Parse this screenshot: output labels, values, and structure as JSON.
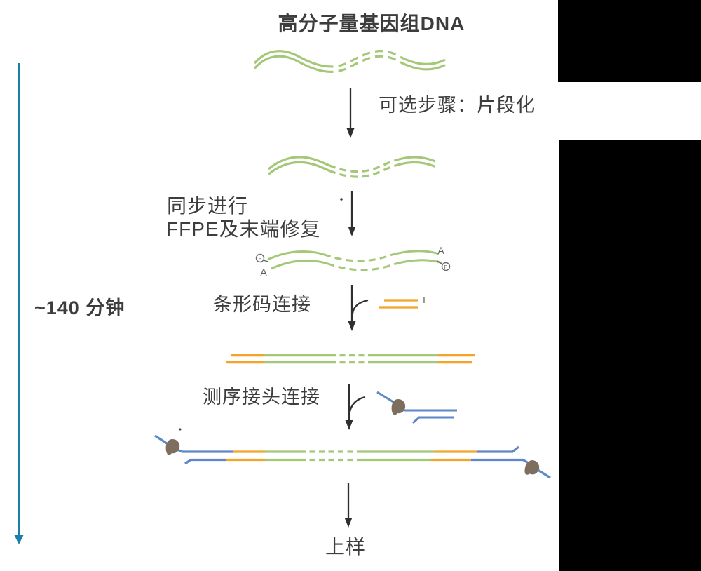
{
  "title": "高分子量基因组DNA",
  "timeline": {
    "duration": "~140 分钟"
  },
  "steps": {
    "fragmentation": "可选步骤：片段化",
    "end_repair_line1": "同步进行",
    "end_repair_line2": "FFPE及末端修复",
    "barcode_ligation": "条形码连接",
    "adapter_ligation": "测序接头连接",
    "load": "上样"
  },
  "annotations": {
    "phosphate": "P",
    "a_overhang": "A",
    "t_overhang": "T"
  },
  "colors": {
    "dna_green": "#a5c778",
    "barcode_orange": "#f4a428",
    "adapter_blue": "#5d87c8",
    "motor_protein_brown": "#7d6e5d",
    "timeline_teal": "#1b80a9",
    "arrow_black": "#2f2f2f",
    "text_dark": "#3d3d3d",
    "redaction_black": "#000000"
  }
}
